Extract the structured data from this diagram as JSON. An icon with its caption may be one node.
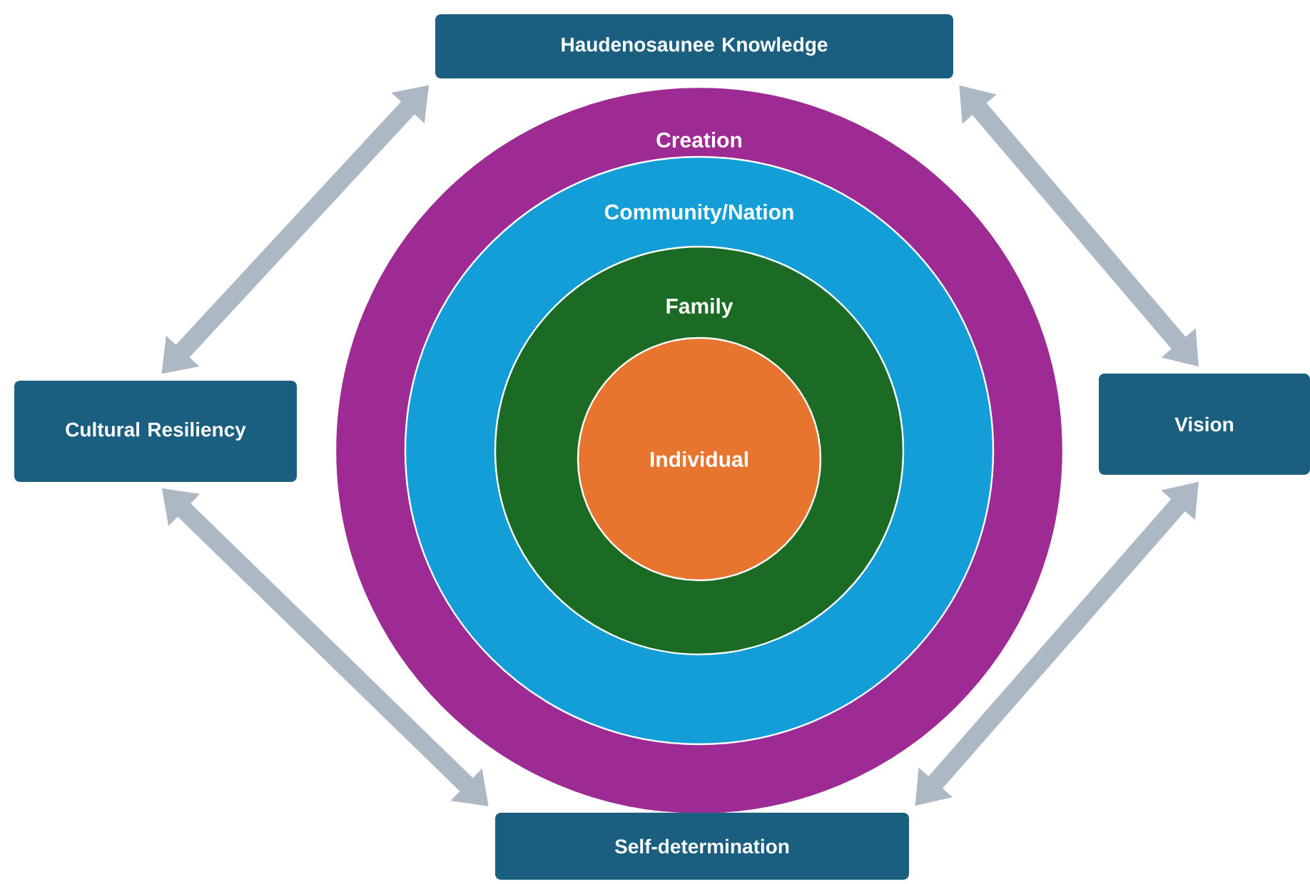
{
  "diagram": {
    "nodes": [
      {
        "text": [
          "Haudenosaunee Knowledge"
        ]
      },
      {
        "text": [
          "Cultural Resiliency"
        ]
      },
      {
        "text": [
          "Creation"
        ]
      },
      {
        "text": [
          "Community/Nation"
        ],
        "in": 2
      },
      {
        "text": [
          "Family"
        ],
        "in": 3
      },
      {
        "text": [
          "Individual"
        ],
        "in": 4
      },
      {
        "text": [
          "Vision"
        ]
      },
      {
        "text": [
          "Self-determination"
        ]
      }
    ],
    "edges": [
      {
        "from": 0,
        "to": 1,
        "arrow": "both"
      },
      {
        "from": 0,
        "to": 6,
        "arrow": "both"
      },
      {
        "from": 1,
        "to": 7,
        "arrow": "both"
      },
      {
        "from": 6,
        "to": 7,
        "arrow": "both"
      }
    ]
  }
}
